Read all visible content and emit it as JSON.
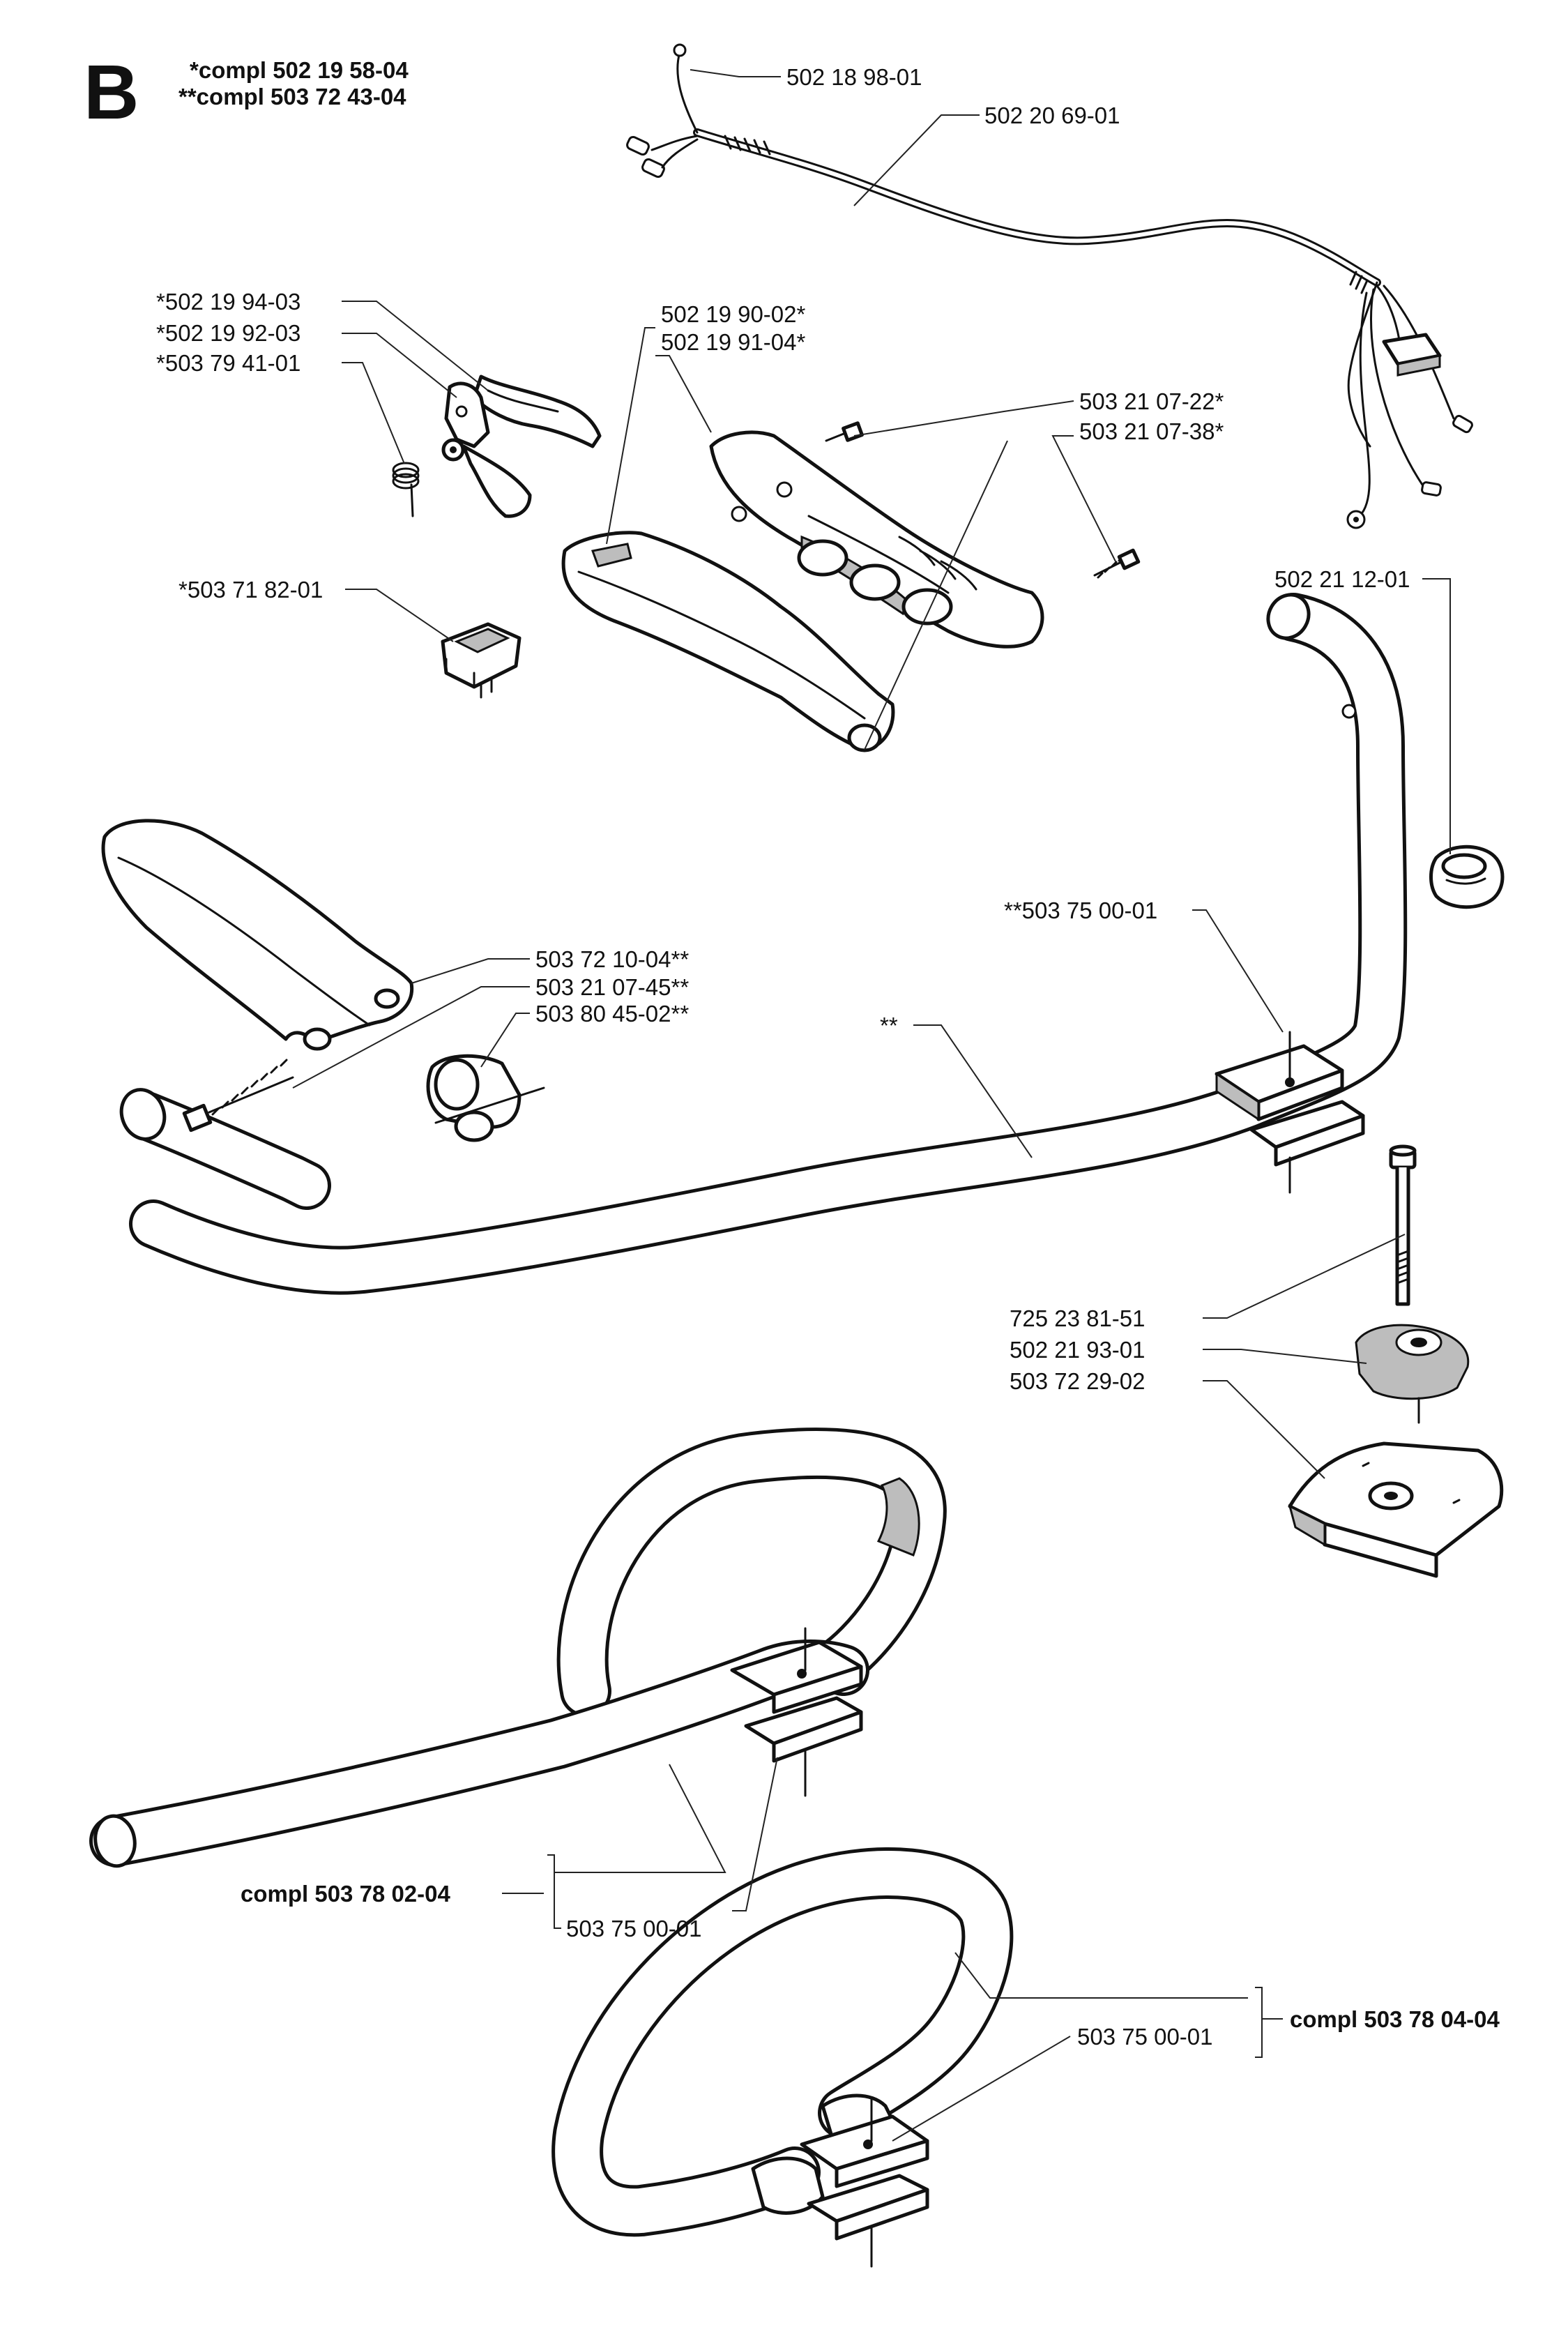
{
  "diagram": {
    "section_letter": "B",
    "header": {
      "kit_single_star": "*compl 502 19 58-04",
      "kit_double_star": "**compl 503 72 43-04"
    },
    "labels": {
      "cable_a": "502 18 98-01",
      "cable_b": "502 20 69-01",
      "throttle_trigger": "*502 19 94-03",
      "throttle_lockout": "*502 19 92-03",
      "trigger_spring": "*503 79 41-01",
      "handle_half_left": "502 19 90-02*",
      "handle_half_right": "502 19 91-04*",
      "screw_short": "503 21 07-22*",
      "screw_long": "503 21 07-38*",
      "stop_switch": "*503 71 82-01",
      "cable_clip": "502 21 12-01",
      "clamp_top": "**503 75 00-01",
      "guard": "503 72 10-04**",
      "guard_screw": "503 21 07-45**",
      "guard_clip": "503 80 45-02**",
      "handlebar": "**",
      "bolt": "725 23 81-51",
      "knob": "502 21 93-01",
      "clamp_base": "503 72 29-02",
      "loop_kit_a": "compl 503 78 02-04",
      "loop_kit_a_clamp": "503 75 00-01",
      "loop_kit_b": "compl 503 78 04-04",
      "loop_kit_b_clamp": "503 75 00-01"
    }
  }
}
